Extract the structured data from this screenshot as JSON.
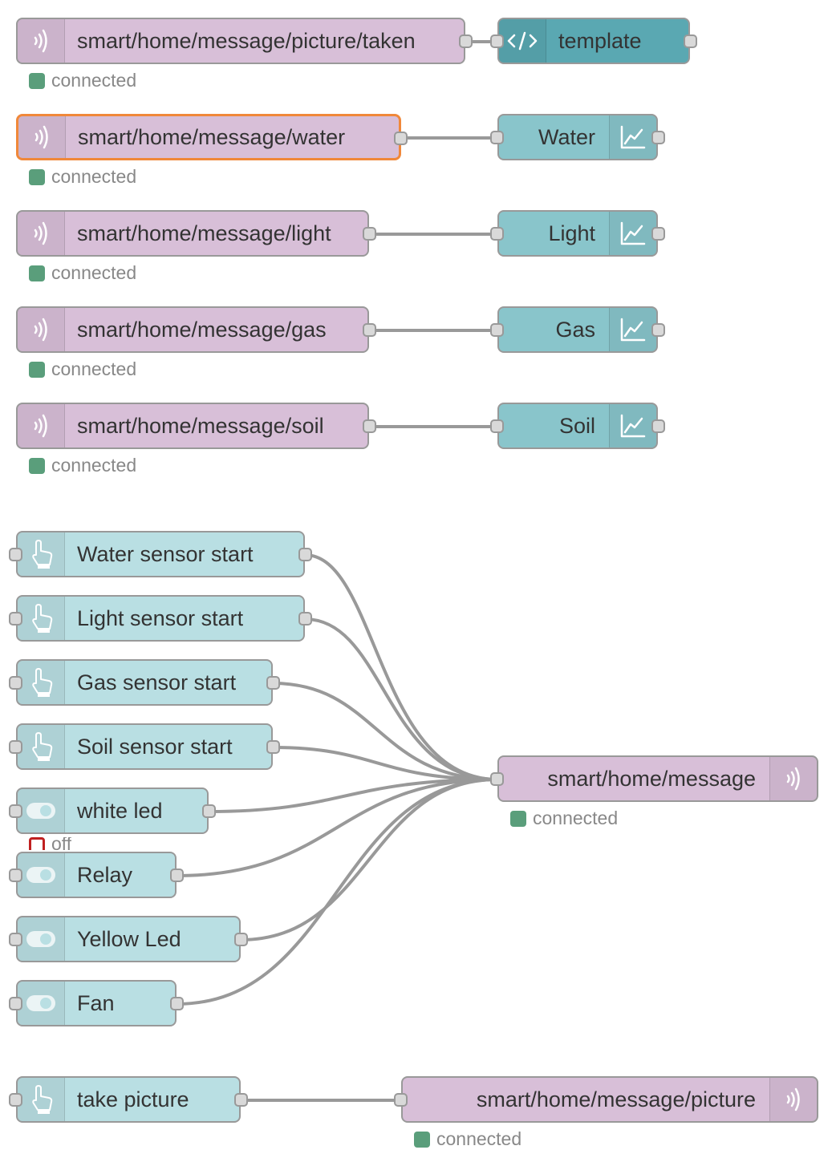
{
  "colors": {
    "mqtt_node": "#d8bfd8",
    "inject_node": "#b9dfe3",
    "chart_node": "#89c5cb",
    "template_node": "#5aa8b2",
    "selected_border": "#f0883a",
    "status_connected": "#5a9e7b",
    "status_off": "#c02020",
    "wire": "#999999"
  },
  "mqtt_in_picture": {
    "topic": "smart/home/message/picture/taken",
    "status": "connected",
    "icon": "mqtt-wave-icon"
  },
  "template_node": {
    "label": "template",
    "icon": "code-icon"
  },
  "mqtt_in_water": {
    "topic": "smart/home/message/water",
    "status": "connected",
    "icon": "mqtt-wave-icon",
    "selected": true
  },
  "chart_water": {
    "label": "Water",
    "icon": "chart-icon"
  },
  "mqtt_in_light": {
    "topic": "smart/home/message/light",
    "status": "connected",
    "icon": "mqtt-wave-icon"
  },
  "chart_light": {
    "label": "Light",
    "icon": "chart-icon"
  },
  "mqtt_in_gas": {
    "topic": "smart/home/message/gas",
    "status": "connected",
    "icon": "mqtt-wave-icon"
  },
  "chart_gas": {
    "label": "Gas",
    "icon": "chart-icon"
  },
  "mqtt_in_soil": {
    "topic": "smart/home/message/soil",
    "status": "connected",
    "icon": "mqtt-wave-icon"
  },
  "chart_soil": {
    "label": "Soil",
    "icon": "chart-icon"
  },
  "inject_water": {
    "label": "Water sensor start",
    "icon": "hand-pointer-icon"
  },
  "inject_light": {
    "label": "Light sensor start",
    "icon": "hand-pointer-icon"
  },
  "inject_gas": {
    "label": "Gas sensor start",
    "icon": "hand-pointer-icon"
  },
  "inject_soil": {
    "label": "Soil sensor start",
    "icon": "hand-pointer-icon"
  },
  "switch_white_led": {
    "label": "white led",
    "status": "off",
    "icon": "toggle-icon"
  },
  "switch_relay": {
    "label": "Relay",
    "icon": "toggle-icon"
  },
  "switch_yellow_led": {
    "label": "Yellow Led",
    "icon": "toggle-icon"
  },
  "switch_fan": {
    "label": "Fan",
    "icon": "toggle-icon"
  },
  "mqtt_out_message": {
    "topic": "smart/home/message",
    "status": "connected",
    "icon": "mqtt-wave-icon"
  },
  "inject_take_picture": {
    "label": "take picture",
    "icon": "hand-pointer-icon"
  },
  "mqtt_out_picture": {
    "topic": "smart/home/message/picture",
    "status": "connected",
    "icon": "mqtt-wave-icon"
  }
}
